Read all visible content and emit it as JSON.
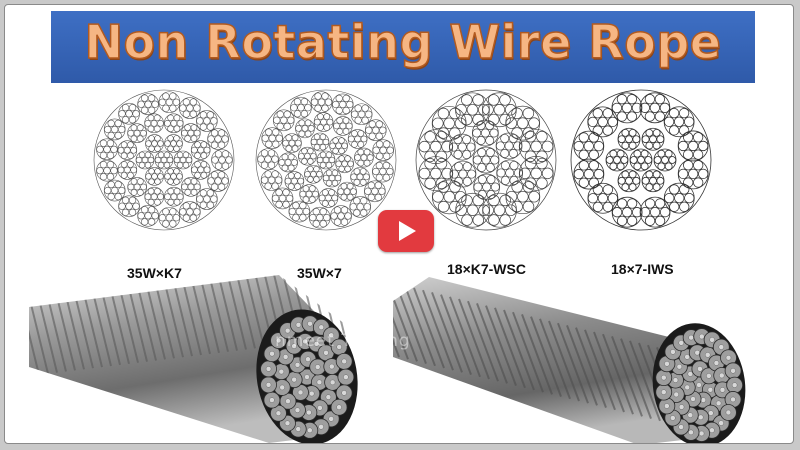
{
  "banner": {
    "title": "Non Rotating Wire Rope"
  },
  "ropes": [
    {
      "label": "35W×K7"
    },
    {
      "label": "35W×7"
    },
    {
      "label": "18×K7-WSC"
    },
    {
      "label": "18×7-IWS"
    }
  ],
  "watermark": "nmeet Trading",
  "colors": {
    "banner": "#2f5aa9",
    "title_text": "#f6b683",
    "play_button": "#e23a3f"
  },
  "icons": {
    "play": "play-icon"
  }
}
